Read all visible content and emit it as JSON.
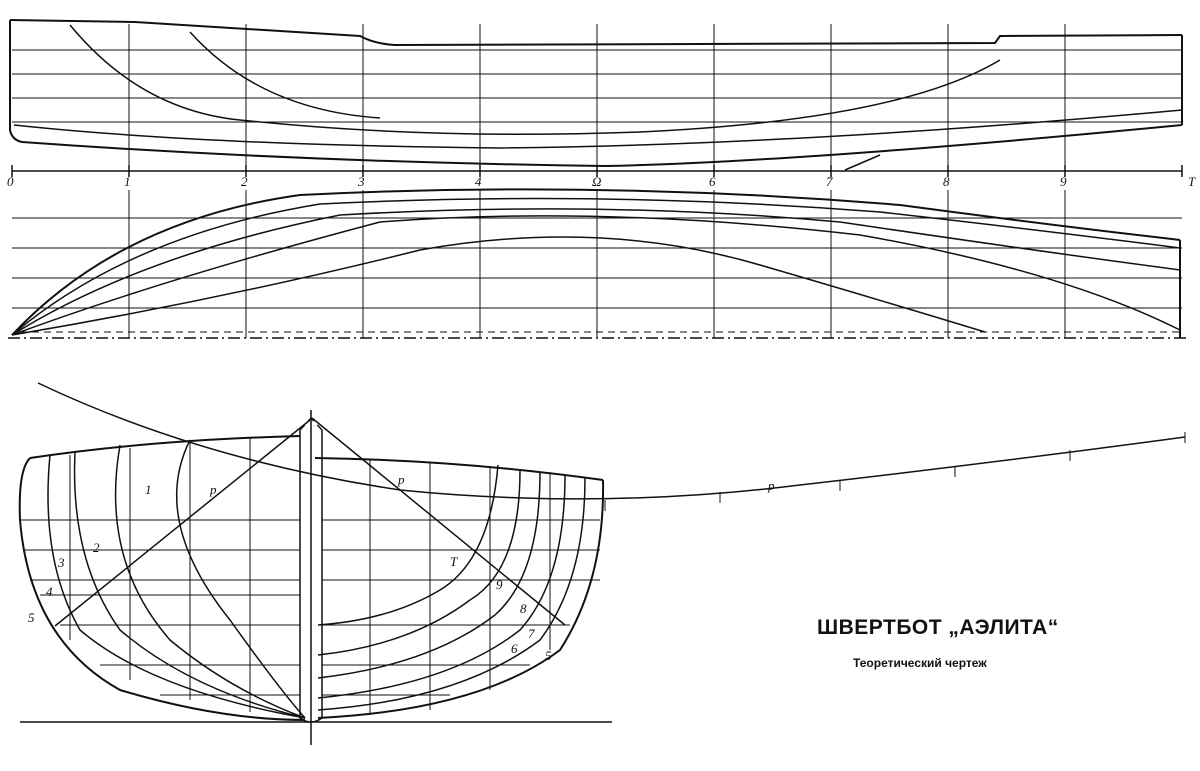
{
  "title": "ШВЕРТБОТ „АЭЛИТА“",
  "subtitle": "Теоретический чертеж",
  "profile_view": {
    "station_labels": [
      "0",
      "1",
      "2",
      "3",
      "4",
      "Ω",
      "6",
      "7",
      "8",
      "9",
      "T"
    ]
  },
  "body_plan": {
    "bow_section_labels": [
      "1",
      "2",
      "3",
      "4",
      "5"
    ],
    "stern_section_labels": [
      "T",
      "9",
      "8",
      "7",
      "6",
      "5"
    ],
    "diagonal_label": "p"
  }
}
